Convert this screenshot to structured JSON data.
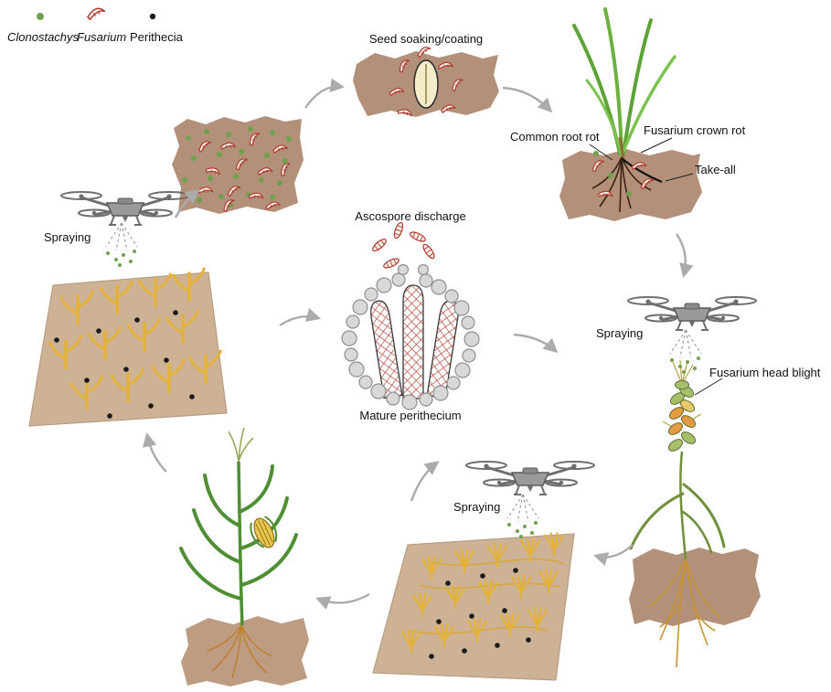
{
  "legend": {
    "items": [
      {
        "label": "Clonostachys",
        "icon": "green-dot-icon",
        "color": "#6fa14f",
        "italic": true
      },
      {
        "label": "Fusarium",
        "icon": "red-crescent-icon",
        "color": "#b03a2e",
        "italic": true
      },
      {
        "label": "Perithecia",
        "icon": "black-dot-icon",
        "color": "#1a1a1a",
        "italic": false
      }
    ]
  },
  "labels": {
    "seed_soaking": "Seed soaking/coating",
    "common_root_rot": "Common root rot",
    "fusarium_crown_rot": "Fusarium crown rot",
    "take_all": "Take-all",
    "spraying_upper_left": "Spraying",
    "spraying_right": "Spraying",
    "spraying_bottom": "Spraying",
    "ascospore_discharge": "Ascospore discharge",
    "mature_perithecium": "Mature perithecium",
    "fusarium_head_blight": "Fusarium head blight"
  },
  "colors": {
    "soil_brown": "#b2907a",
    "field_tan": "#cdb295",
    "clonostachys_green": "#6fa14f",
    "fusarium_red": "#b03a2e",
    "perithecia_black": "#1a1a1a",
    "arrow_gray": "#ababab",
    "wheat_yellow": "#e3b23c",
    "leaf_green": "#5ba336",
    "blight_orange": "#e49b3f"
  }
}
